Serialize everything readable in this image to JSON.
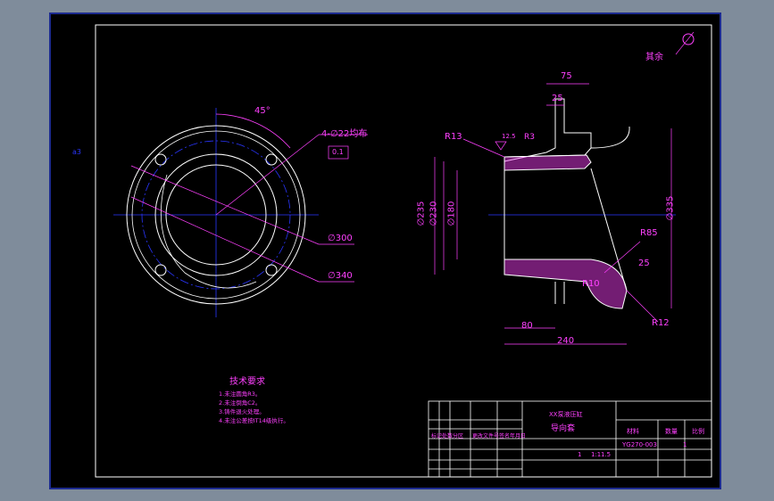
{
  "drawing": {
    "side_marker": "a3",
    "dimensions": {
      "angle": "45°",
      "holes": "4-∅22均布",
      "tolerance": "0.1",
      "d300": "∅300",
      "d340": "∅340",
      "r13": "R13",
      "r3": "R3",
      "rough": "12.5",
      "w75": "75",
      "w25": "25",
      "d235": "∅235",
      "d230": "∅230",
      "d180": "∅180",
      "d335": "∅335",
      "r85": "R85",
      "t25": "25",
      "r10": "R10",
      "r12": "R12",
      "w80": "80",
      "w240": "240"
    },
    "surface_rest": "其余",
    "tech_req": {
      "title": "技术要求",
      "items": [
        "1.未注圆角R3。",
        "2.未注倒角C2。",
        "3.铸件退火处理。",
        "4.未注公差按IT14级执行。"
      ]
    },
    "title_block": {
      "project": "XX泵液压缸",
      "part_name": "导向套",
      "drawing_no": "YG270-003",
      "scale": "1:1",
      "sheet": "1",
      "header_cells": [
        "材料",
        "数量",
        "比例"
      ],
      "row_labels": [
        "标记",
        "处数",
        "分区",
        "更改文件号",
        "签名",
        "年月日"
      ],
      "small_values": [
        "1",
        "1.5"
      ]
    }
  },
  "colors": {
    "background": "#000000",
    "outline": "#ffffff",
    "dimension": "#ff40ff",
    "centerline": "#2a36ff",
    "hatch": "#ff40ff",
    "frame": "#1d2b8f"
  }
}
